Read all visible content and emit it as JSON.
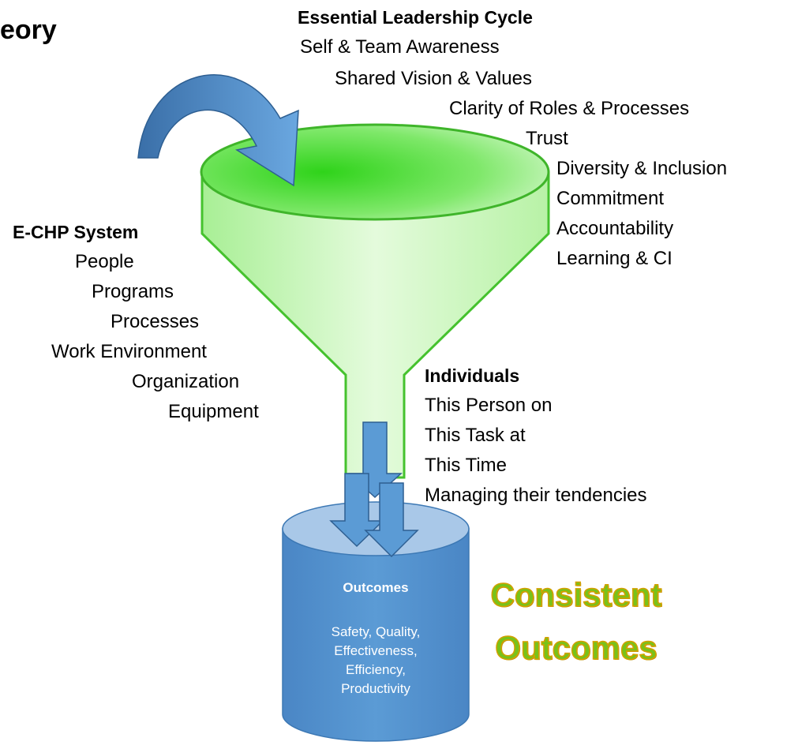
{
  "title_fragment": "eory",
  "leadership": {
    "heading": "Essential Leadership Cycle",
    "items": [
      "Self & Team Awareness",
      "Shared Vision & Values",
      "Clarity of Roles & Processes",
      "Trust",
      "Diversity & Inclusion",
      "Commitment",
      "Accountability",
      "Learning & CI"
    ]
  },
  "system": {
    "heading": "E-CHP System",
    "items": [
      "People",
      "Programs",
      "Processes",
      "Work Environment",
      "Organization",
      "Equipment"
    ]
  },
  "individuals": {
    "heading": "Individuals",
    "items": [
      "This Person on",
      "This Task at",
      "This Time",
      "Managing their tendencies"
    ]
  },
  "outcomes": {
    "heading": "Outcomes",
    "items": [
      "Safety, Quality,",
      "Effectiveness,",
      "Efficiency,",
      "Productivity"
    ]
  },
  "consistent": {
    "line1": "Consistent",
    "line2": "Outcomes"
  },
  "colors": {
    "funnel_top": "#5fe24a",
    "funnel_body": "#c8f5b9",
    "funnel_stroke": "#3fb52a",
    "arrow_blue": "#5b9bd5",
    "cylinder_blue": "#5b9bd5",
    "cylinder_top": "#a9c8e8",
    "consistent_green": "#78c21a",
    "consistent_outline": "#d4a000"
  }
}
